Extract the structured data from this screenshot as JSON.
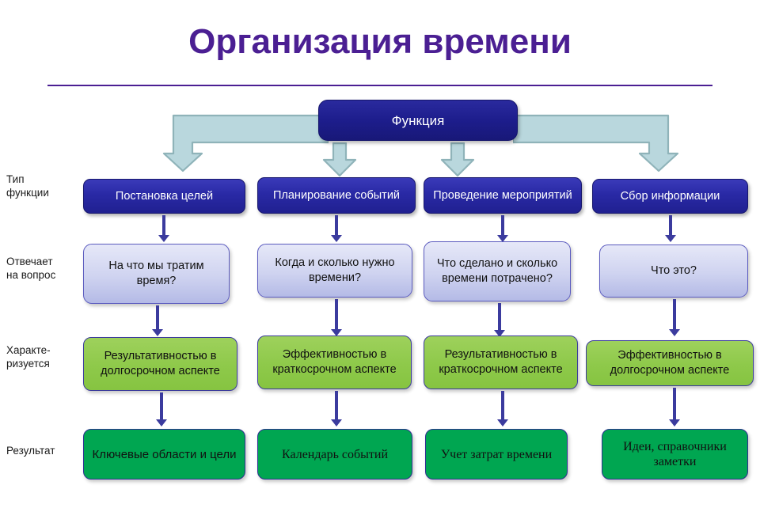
{
  "slide": {
    "title": "Организация времени",
    "accent_color": "#4b1f93",
    "background": "#ffffff"
  },
  "root": {
    "label": "Функция",
    "color": "#1d1d8c"
  },
  "row_labels": [
    {
      "id": "type",
      "text": "Тип\nфункции",
      "line1": "Тип",
      "line2": "функции"
    },
    {
      "id": "question",
      "text": "Отвечает\nна вопрос",
      "line1": "Отвечает",
      "line2": "на вопрос"
    },
    {
      "id": "characterized",
      "text": "Характе-\nризуется",
      "line1": "Характе-",
      "line2": "ризуется"
    },
    {
      "id": "result",
      "text": "Результат",
      "line1": "Результат",
      "line2": ""
    }
  ],
  "columns": [
    {
      "type": "Постановка целей",
      "question": "На что мы тратим время?",
      "characterized": "Результативностью в долгосрочном аспекте",
      "result": "Ключевые области и цели"
    },
    {
      "type": "Планирование событий",
      "question": "Когда  и сколько нужно времени?",
      "characterized": "Эффективностью в краткосрочном аспекте",
      "result": "Календарь событий"
    },
    {
      "type": "Проведение мероприятий",
      "question": "Что сделано и сколько времени потрачено?",
      "characterized": "Результативностью в краткосрочном аспекте",
      "result": "Учет затрат времени"
    },
    {
      "type": "Сбор информации",
      "question": "Что это?",
      "characterized": "Эффективностью в долгосрочном аспекте",
      "result": "Идеи, справочники заметки"
    }
  ],
  "colors": {
    "title": "#4b1f93",
    "root_box": "#1d1d8c",
    "type_box": "#2929a5",
    "question_box": "#cfd3f0",
    "characterized_box": "#8ec94a",
    "result_box": "#00a651",
    "connector": "#3b3b9e",
    "block_arrow_fill": "#b9d7dd",
    "block_arrow_stroke": "#8fb3b9"
  }
}
